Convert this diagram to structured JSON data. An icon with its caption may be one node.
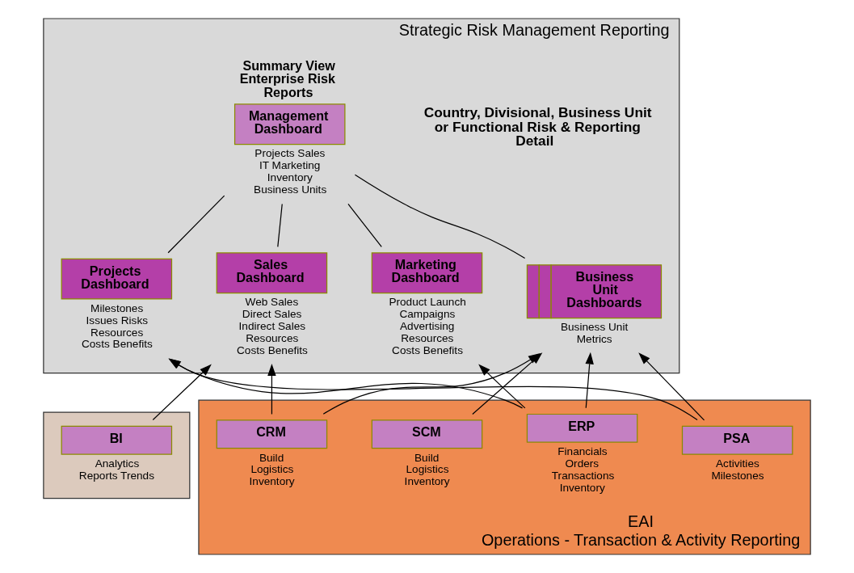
{
  "diagram": {
    "nodes": [
      {
        "text": [
          "Strategic Risk Management Reporting"
        ]
      },
      {
        "text": [
          "Summary View Enterprise Risk Reports",
          "Management Dashboard"
        ],
        "in": 0,
        "beside": [
          "Projects Sales IT Marketing Inventory Business Units"
        ]
      },
      {
        "text": [
          "Projects Dashboard"
        ],
        "in": 0,
        "beside": [
          "Milestones Issues Risks Resources Costs Benefits"
        ]
      },
      {
        "text": [
          "Sales Dashboard"
        ],
        "in": 0,
        "beside": [
          "Web Sales Direct Sales Indirect Sales Resources Costs Benefits"
        ]
      },
      {
        "text": [
          "Marketing Dashboard"
        ],
        "in": 0,
        "beside": [
          "Product Launch Campaigns Advertising Resources Costs Benefits"
        ]
      },
      {
        "text": [
          "Business Unit Dashboards"
        ],
        "in": 0,
        "beside": [
          "Business Unit Metrics"
        ]
      },
      {
        "text": [],
        "shape": "box"
      },
      {
        "text": [
          "BI"
        ],
        "in": 6,
        "beside": [
          "Analytics Reports Trends"
        ]
      },
      {
        "text": [
          "EAI",
          "Operations - Transaction & Activity Reporting"
        ]
      },
      {
        "text": [
          "CRM"
        ],
        "in": 8,
        "beside": [
          "Build Logistics Inventory"
        ]
      },
      {
        "text": [
          "SCM"
        ],
        "in": 8,
        "beside": [
          "Build Logistics Inventory"
        ]
      },
      {
        "text": [
          "ERP"
        ],
        "in": 8,
        "beside": [
          "Financials Orders Transactions Inventory"
        ]
      },
      {
        "text": [
          "PSA"
        ],
        "in": 8,
        "beside": [
          "Activities Milestones"
        ]
      }
    ],
    "edges": [
      {
        "from": 1,
        "to": 2,
        "arrow": "none"
      },
      {
        "from": 1,
        "to": 3,
        "arrow": "none"
      },
      {
        "from": 1,
        "to": 4,
        "arrow": "none"
      },
      {
        "from": 1,
        "to": 5,
        "arrow": "none"
      },
      {
        "from": 7,
        "to": 3,
        "arrow": "to"
      },
      {
        "from": 9,
        "to": 3,
        "arrow": "to"
      },
      {
        "from": 9,
        "to": 5,
        "arrow": "to"
      },
      {
        "from": 10,
        "to": 5,
        "arrow": "to"
      },
      {
        "from": 11,
        "to": 2,
        "arrow": "to"
      },
      {
        "from": 11,
        "to": 4,
        "arrow": "to"
      },
      {
        "from": 11,
        "to": 5,
        "arrow": "to"
      },
      {
        "from": 12,
        "to": 2,
        "arrow": "to"
      },
      {
        "from": 12,
        "to": 5,
        "arrow": "to"
      }
    ],
    "labels": [
      "Country, Divisional, Business Unit or Functional Risk & Reporting Detail"
    ]
  }
}
